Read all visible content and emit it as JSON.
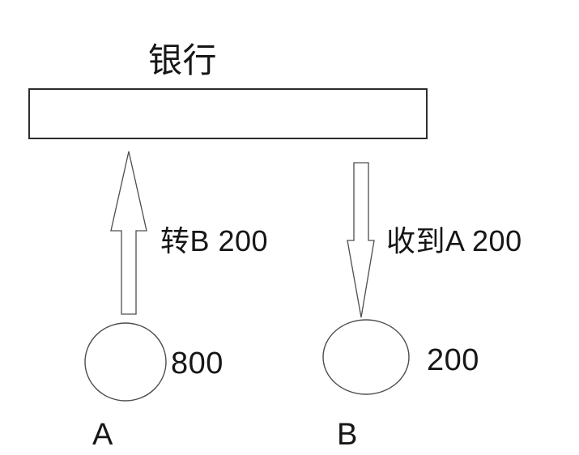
{
  "diagram": {
    "bank_label": "银行",
    "flow_a_to_bank": {
      "label": "转B 200",
      "direction": "up"
    },
    "flow_bank_to_b": {
      "label": "收到A 200",
      "direction": "down"
    },
    "account_a": {
      "name": "A",
      "balance": "800"
    },
    "account_b": {
      "name": "B",
      "balance": "200"
    },
    "transfer_amount": "200"
  },
  "colors": {
    "background": "#ffffff",
    "text": "#161616",
    "box_stroke": "#2d2d2d",
    "line_stroke": "#4d4d4d",
    "shape_fill": "#ffffff"
  }
}
